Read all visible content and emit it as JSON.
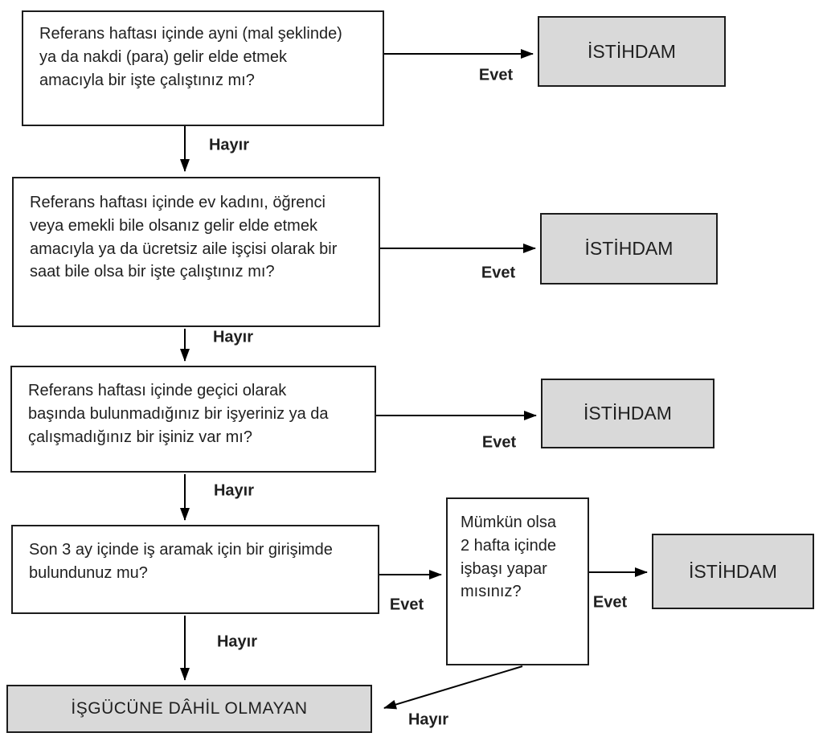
{
  "diagram": {
    "colors": {
      "outcome_fill": "#d9d9d9",
      "box_border": "#1c1c1c",
      "arrow_color": "#000000"
    },
    "questions": {
      "q1": "Referans haftası içinde ayni (mal şeklinde)\nya da nakdi (para) gelir elde etmek\namacıyla bir işte çalıştınız mı?",
      "q2": "Referans haftası içinde ev kadını, öğrenci\nveya emekli bile olsanız gelir elde etmek\namacıyla ya da ücretsiz aile işçisi olarak bir\nsaat bile olsa bir işte çalıştınız mı?",
      "q3": "Referans haftası içinde geçici olarak\nbaşında bulunmadığınız bir işyeriniz ya da\nçalışmadığınız bir işiniz var mı?",
      "q4": "Son 3 ay içinde iş aramak için bir girişimde\nbulundunuz mu?",
      "q5": "Mümkün olsa\n2 hafta içinde\nişbaşı yapar\nmısınız?"
    },
    "outcomes": {
      "istihdam": "İSTİHDAM",
      "isgucune_dahil_olmayan": "İŞGÜCÜNE DÂHİL OLMAYAN"
    },
    "labels": {
      "yes": "Evet",
      "no": "Hayır"
    }
  }
}
